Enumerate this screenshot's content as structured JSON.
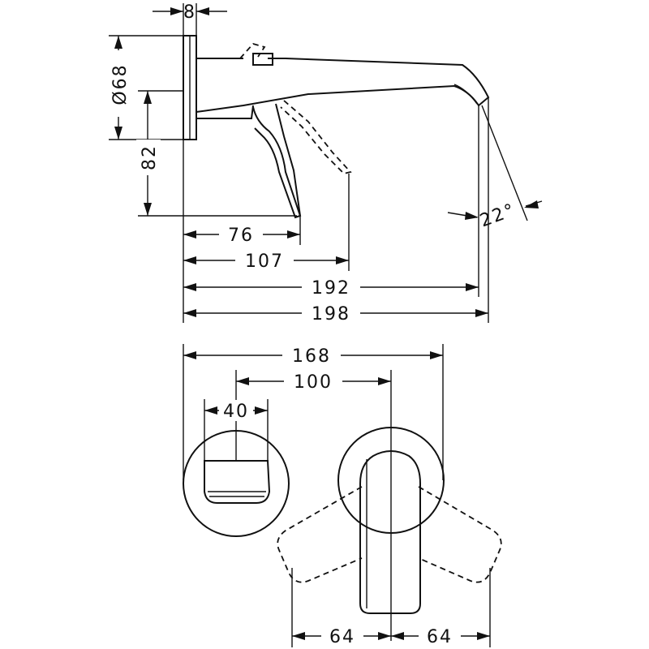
{
  "drawing": {
    "side_view": {
      "dim_flange_thickness": "8",
      "dim_flange_diameter": "Ø68",
      "dim_height": "82",
      "dim_lever_depth": "76",
      "dim_lever_open_depth": "107",
      "dim_spout_reach": "192",
      "dim_total_reach": "198",
      "dim_spout_angle": "22°"
    },
    "front_view": {
      "dim_overall_width": "168",
      "dim_center_distance": "100",
      "dim_spout_width": "40",
      "dim_lever_swing_left": "64",
      "dim_lever_swing_right": "64"
    }
  }
}
